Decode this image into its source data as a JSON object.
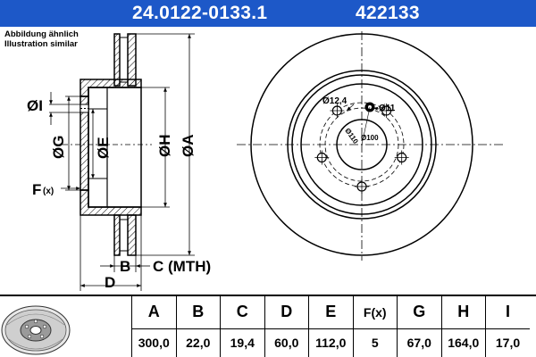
{
  "header": {
    "part_number": "24.0122-0133.1",
    "code": "422133",
    "background": "#1d58c8"
  },
  "note": {
    "line1": "Abbildung ähnlich",
    "line2": "Illustration similar"
  },
  "labels": {
    "I": "ØI",
    "G": "ØG",
    "E": "ØE",
    "H": "ØH",
    "A": "ØA",
    "F": "F",
    "F_sub": "(x)",
    "B": "B",
    "C": "C (MTH)",
    "D": "D"
  },
  "bolt_labels": {
    "hole": "Ø12,4",
    "pin": "Ø11",
    "pcd_outer": "Ø110",
    "pcd_inner": "Ø100"
  },
  "table": {
    "headers": [
      "A",
      "B",
      "C",
      "D",
      "E",
      "F(x)",
      "G",
      "H",
      "I"
    ],
    "values": [
      "300,0",
      "22,0",
      "19,4",
      "60,0",
      "112,0",
      "5",
      "67,0",
      "164,0",
      "17,0"
    ]
  }
}
